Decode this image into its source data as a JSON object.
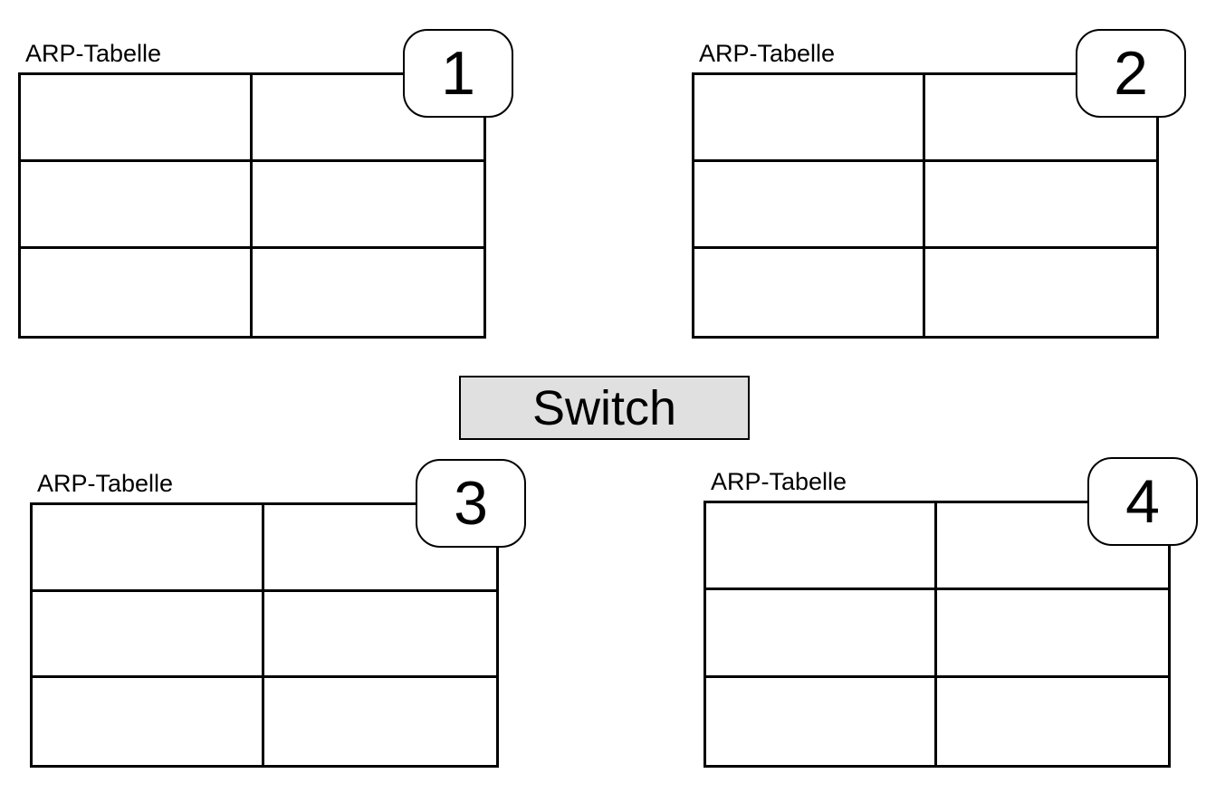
{
  "diagram": {
    "tables": [
      {
        "badge": "1",
        "label": "ARP-Tabelle",
        "rows": 3,
        "cols": 2,
        "cells": [
          [
            "",
            ""
          ],
          [
            "",
            ""
          ],
          [
            "",
            ""
          ]
        ]
      },
      {
        "badge": "2",
        "label": "ARP-Tabelle",
        "rows": 3,
        "cols": 2,
        "cells": [
          [
            "",
            ""
          ],
          [
            "",
            ""
          ],
          [
            "",
            ""
          ]
        ]
      },
      {
        "badge": "3",
        "label": "ARP-Tabelle",
        "rows": 3,
        "cols": 2,
        "cells": [
          [
            "",
            ""
          ],
          [
            "",
            ""
          ],
          [
            "",
            ""
          ]
        ]
      },
      {
        "badge": "4",
        "label": "ARP-Tabelle",
        "rows": 3,
        "cols": 2,
        "cells": [
          [
            "",
            ""
          ],
          [
            "",
            ""
          ],
          [
            "",
            ""
          ]
        ]
      }
    ],
    "switch": {
      "label": "Switch"
    },
    "colors": {
      "line": "#000000",
      "background": "#ffffff",
      "switch_fill": "#e0e0e0",
      "badge_fill": "#ffffff"
    }
  }
}
